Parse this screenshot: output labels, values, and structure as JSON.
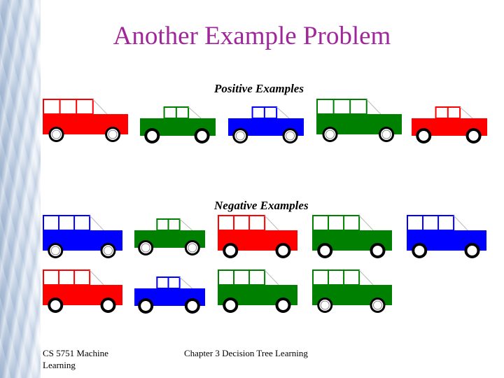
{
  "slide": {
    "title": "Another Example Problem",
    "positive_label": "Positive Examples",
    "negative_label": "Negative Examples",
    "footer_left": "CS 5751 Machine Learning",
    "footer_center": "Chapter 3  Decision Tree Learning"
  },
  "colors": {
    "title": "#a0269b",
    "red": "#ff0000",
    "green": "#008000",
    "blue": "#0000ff"
  },
  "positive_examples": [
    {
      "color": "red",
      "size": "large",
      "wheels": "white"
    },
    {
      "color": "green",
      "size": "small",
      "wheels": "black"
    },
    {
      "color": "blue",
      "size": "small",
      "wheels": "white"
    },
    {
      "color": "green",
      "size": "large",
      "wheels": "white"
    },
    {
      "color": "red",
      "size": "small",
      "wheels": "black"
    }
  ],
  "negative_examples": [
    {
      "color": "blue",
      "size": "large",
      "wheels": "white"
    },
    {
      "color": "green",
      "size": "small",
      "wheels": "white"
    },
    {
      "color": "red",
      "size": "large",
      "wheels": "black"
    },
    {
      "color": "green",
      "size": "large",
      "wheels": "black"
    },
    {
      "color": "blue",
      "size": "large",
      "wheels": "black"
    },
    {
      "color": "red",
      "size": "large",
      "wheels": "black"
    },
    {
      "color": "blue",
      "size": "small",
      "wheels": "black"
    },
    {
      "color": "green",
      "size": "large",
      "wheels": "black"
    },
    {
      "color": "green",
      "size": "large",
      "wheels": "white"
    }
  ]
}
